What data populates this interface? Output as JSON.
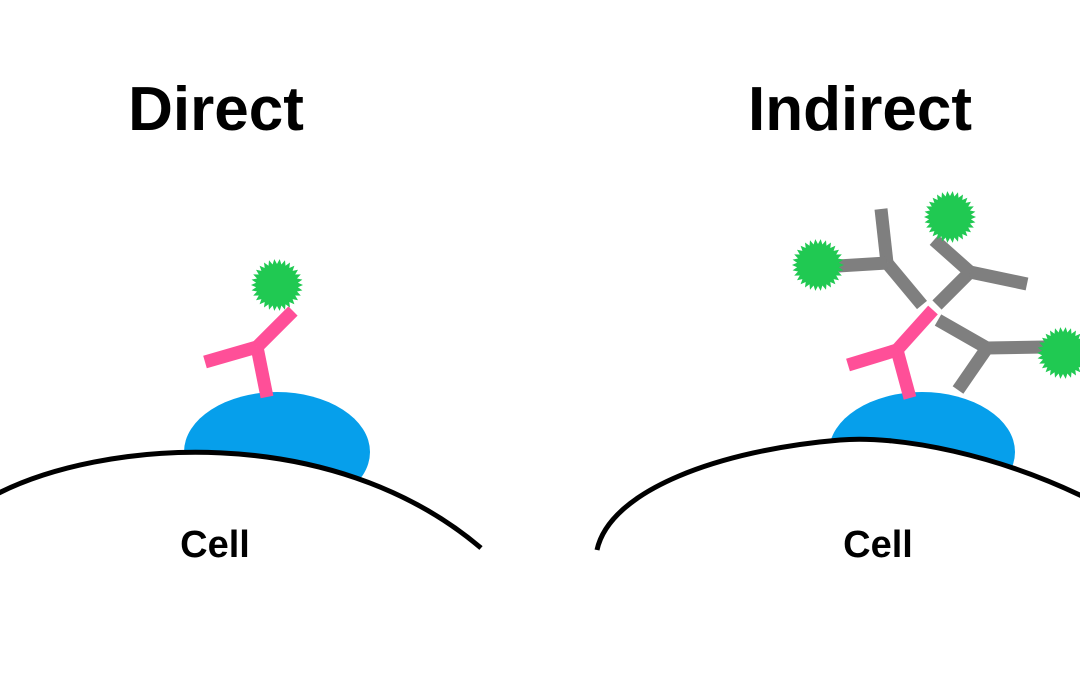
{
  "panels": {
    "direct": {
      "title": "Direct",
      "cell_label": "Cell"
    },
    "indirect": {
      "title": "Indirect",
      "cell_label": "Cell"
    }
  },
  "colors": {
    "primary_antibody": "#FF4F98",
    "secondary_antibody": "#7F7F7F",
    "antigen": "#069FEB",
    "fluorophore": "#20C952",
    "membrane": "#000000"
  }
}
